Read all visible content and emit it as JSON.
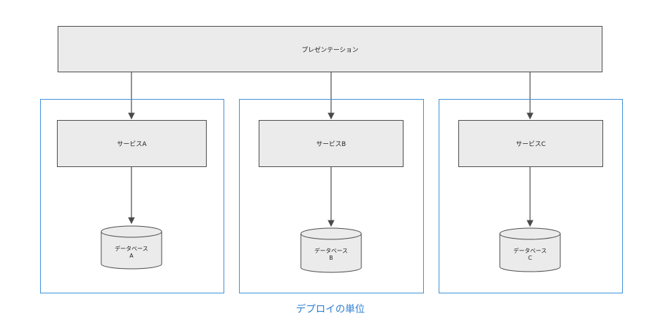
{
  "presentation": {
    "label": "プレゼンテーション"
  },
  "services": [
    {
      "label": "サービスA",
      "db_line1": "データベース",
      "db_line2": "A"
    },
    {
      "label": "サービスB",
      "db_line1": "データベース",
      "db_line2": "B"
    },
    {
      "label": "サービスC",
      "db_line1": "データベース",
      "db_line2": "C"
    }
  ],
  "deploy_caption": "デプロイの単位",
  "colors": {
    "box_fill": "#ebebeb",
    "box_stroke": "#4a4a4a",
    "group_border": "#3d8fd8",
    "caption_text": "#2f7fd1"
  }
}
